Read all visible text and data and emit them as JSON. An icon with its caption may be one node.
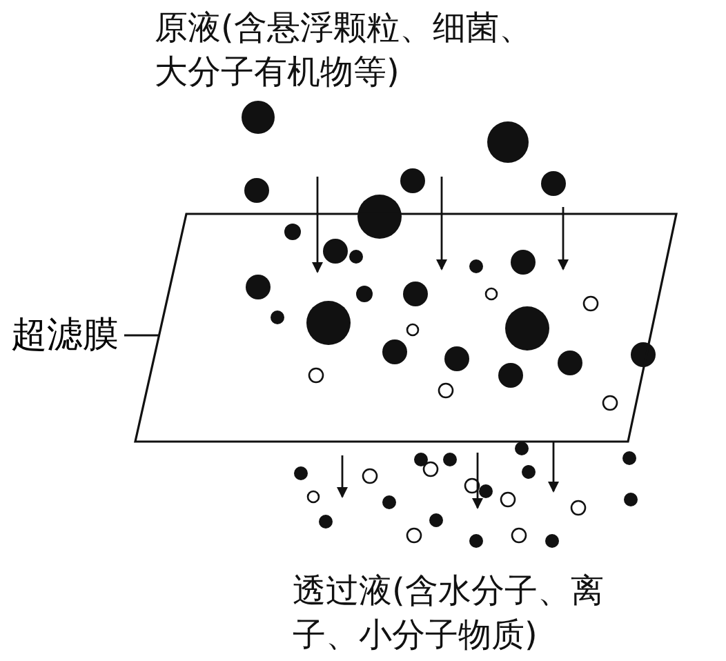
{
  "diagram": {
    "nodes": [
      {
        "text": [
          "超滤膜"
        ]
      },
      {
        "text": [],
        "shape": "parallelogram"
      }
    ],
    "edges": [
      {
        "from": 0,
        "to": 1,
        "arrow": "none"
      }
    ],
    "labels": [
      "原液(含悬浮颗粒、细菌、大分子有机物等)",
      "透过液(含水分子、离子、小分子物质)"
    ]
  }
}
